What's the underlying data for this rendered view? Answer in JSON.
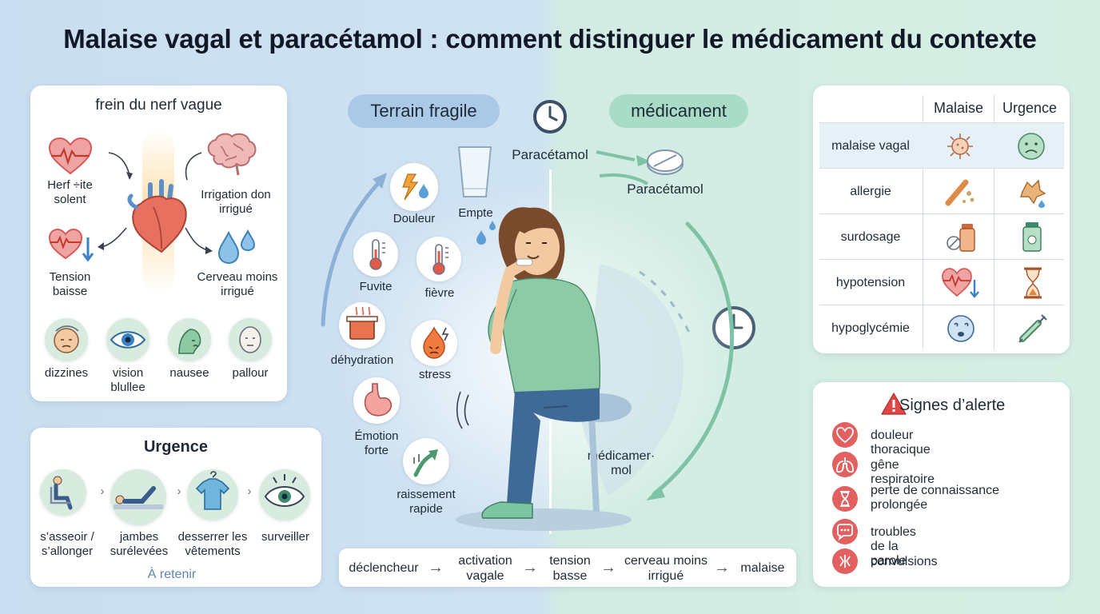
{
  "title": "Malaise vagal et paracétamol : comment distinguer le médicament du contexte",
  "vagus": {
    "heading": "frein du nerf vague",
    "items": {
      "heart_rate": "Herf ÷ite solent",
      "irrigation": "Irrigation don irrigué",
      "tension": "Tension baisse",
      "cerveau": "Cerveau moins irrigué"
    },
    "symptoms": [
      "dizzines",
      "vision blullee",
      "nausee",
      "pallour"
    ]
  },
  "urgence": {
    "heading": "Urgence",
    "steps": [
      "s’asseoir / s’allonger",
      "jambes surélevées",
      "desserrer les vêtements",
      "surveiller"
    ],
    "footer": "À retenir"
  },
  "center": {
    "pill_left": "Terrain fragile",
    "pill_right": "médicament",
    "paracetamol_top": "Paracétamol",
    "paracetamol_pill": "Paracétamol",
    "factors": {
      "douleur": "Douleur",
      "empte": "Empte",
      "fuvite": "Fuvite",
      "fievre": "fièvre",
      "dehydration": "déhydration",
      "stress": "stress",
      "emotion": "Émotion forte",
      "raissement": "raissement rapide"
    },
    "medicament_label": "médicamer· mol"
  },
  "flow": {
    "steps": [
      "déclencheur",
      "activation vagale",
      "tension basse",
      "cerveau moins irrigué",
      "malaise"
    ],
    "arrow": "→"
  },
  "table": {
    "headers": [
      "Malaise",
      "Urgence"
    ],
    "rows": [
      "malaise vagal",
      "allergie",
      "surdosage",
      "hypotension",
      "hypoglycémie"
    ]
  },
  "alerts": {
    "heading": "Signes d’alerte",
    "items": [
      "douleur thoracique",
      "gêne respiratoire",
      "perte de connaissance prolongée",
      "troubles de la parole",
      "convulsions"
    ]
  },
  "colors": {
    "left_bg": "#c9def0",
    "right_bg": "#d6efe5",
    "pill_blue": "#a9c9e6",
    "pill_green": "#a9dcc6",
    "alert_red": "#e26060",
    "teal": "#5aa88f"
  }
}
